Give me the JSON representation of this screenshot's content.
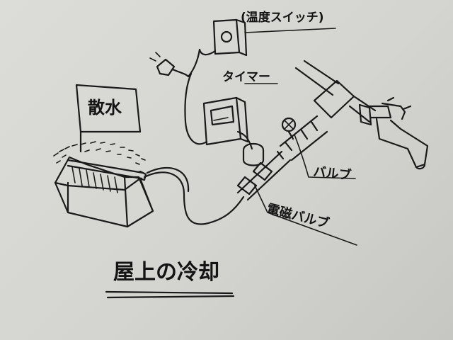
{
  "labels": {
    "sign": "散水",
    "thermo_switch": "(温度スイッチ)",
    "timer": "タイマー",
    "valve": "バルブ",
    "solenoid_valve": "電磁バルブ",
    "title": "屋上の冷却"
  },
  "colors": {
    "ink": "#1a1a1a",
    "paper": "#d6d6d2"
  }
}
